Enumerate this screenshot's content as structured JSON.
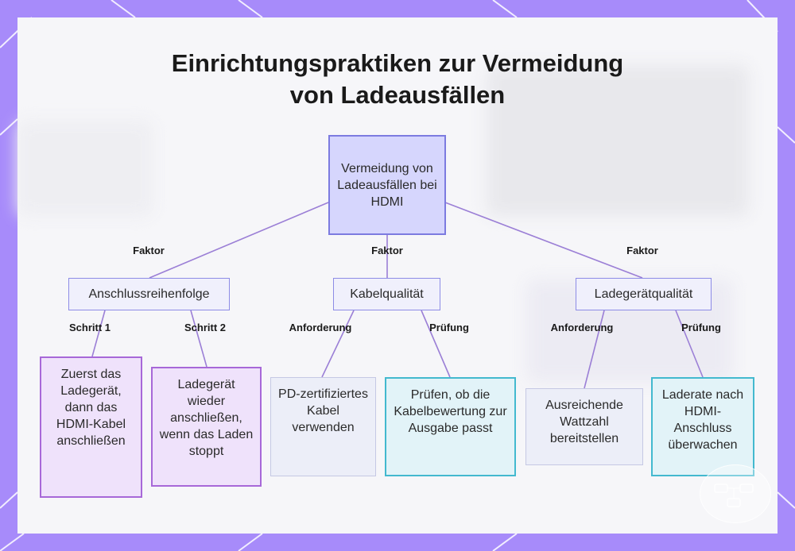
{
  "colors": {
    "frame": "#a78bfa",
    "panel": "#f6f6f9",
    "edge": "#9b7fd6",
    "root_fill": "#d6d6fd",
    "root_border": "#7c7be0",
    "purple_fill": "#efe2fb",
    "purple_border": "#a768d8",
    "cyan_fill": "#e2f3f8",
    "cyan_border": "#43b9cf"
  },
  "title": {
    "line1": "Einrichtungspraktiken zur Vermeidung",
    "line2": "von Ladeausfällen"
  },
  "root": {
    "label": "Vermeidung von Ladeausfällen bei HDMI"
  },
  "branches": [
    {
      "edge_label": "Faktor",
      "label": "Anschlussreihenfolge",
      "children": [
        {
          "edge_label": "Schritt 1",
          "label": "Zuerst das Ladegerät, dann das HDMI-Kabel anschließen"
        },
        {
          "edge_label": "Schritt 2",
          "label": "Ladegerät wieder anschließen, wenn das Laden stoppt"
        }
      ]
    },
    {
      "edge_label": "Faktor",
      "label": "Kabelqualität",
      "children": [
        {
          "edge_label": "Anforderung",
          "label": "PD-zertifiziertes Kabel verwenden"
        },
        {
          "edge_label": "Prüfung",
          "label": "Prüfen, ob die Kabelbewertung zur Ausgabe passt"
        }
      ]
    },
    {
      "edge_label": "Faktor",
      "label": "Ladegerätqualität",
      "children": [
        {
          "edge_label": "Anforderung",
          "label": "Ausreichende Wattzahl bereitstellen"
        },
        {
          "edge_label": "Prüfung",
          "label": "Laderate nach HDMI-Anschluss überwachen"
        }
      ]
    }
  ]
}
